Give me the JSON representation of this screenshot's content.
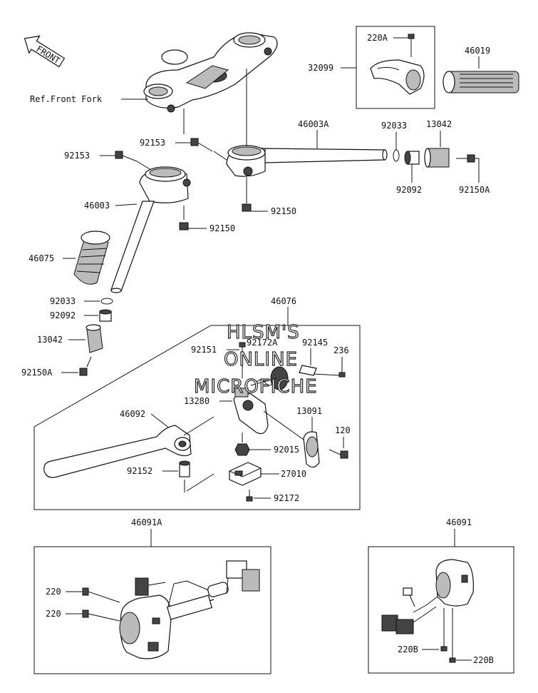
{
  "front_arrow": "FRONT",
  "watermark": [
    "HLSM'S",
    "ONLINE",
    "MICROFICHE"
  ],
  "labels": {
    "ref_front_fork": "Ref.Front Fork",
    "p220A": "220A",
    "p32099": "32099",
    "p46019": "46019",
    "p46003A": "46003A",
    "p92033_r": "92033",
    "p13042_r": "13042",
    "p92153_a": "92153",
    "p92153_b": "92153",
    "p92092_r": "92092",
    "p92150A_r": "92150A",
    "p46003": "46003",
    "p92150_a": "92150",
    "p92150_b": "92150",
    "p46075": "46075",
    "p92033_l": "92033",
    "p92092_l": "92092",
    "p13042_l": "13042",
    "p92150A_l": "92150A",
    "p46076": "46076",
    "p92151": "92151",
    "p92172A": "92172A",
    "p92145": "92145",
    "p236": "236",
    "p13280": "13280",
    "p13091": "13091",
    "p46092": "46092",
    "p120": "120",
    "p92015": "92015",
    "p92152": "92152",
    "p27010": "27010",
    "p92172": "92172",
    "p46091A": "46091A",
    "p220_a": "220",
    "p220_b": "220",
    "p46091": "46091",
    "p220B_a": "220B",
    "p220B_b": "220B"
  }
}
